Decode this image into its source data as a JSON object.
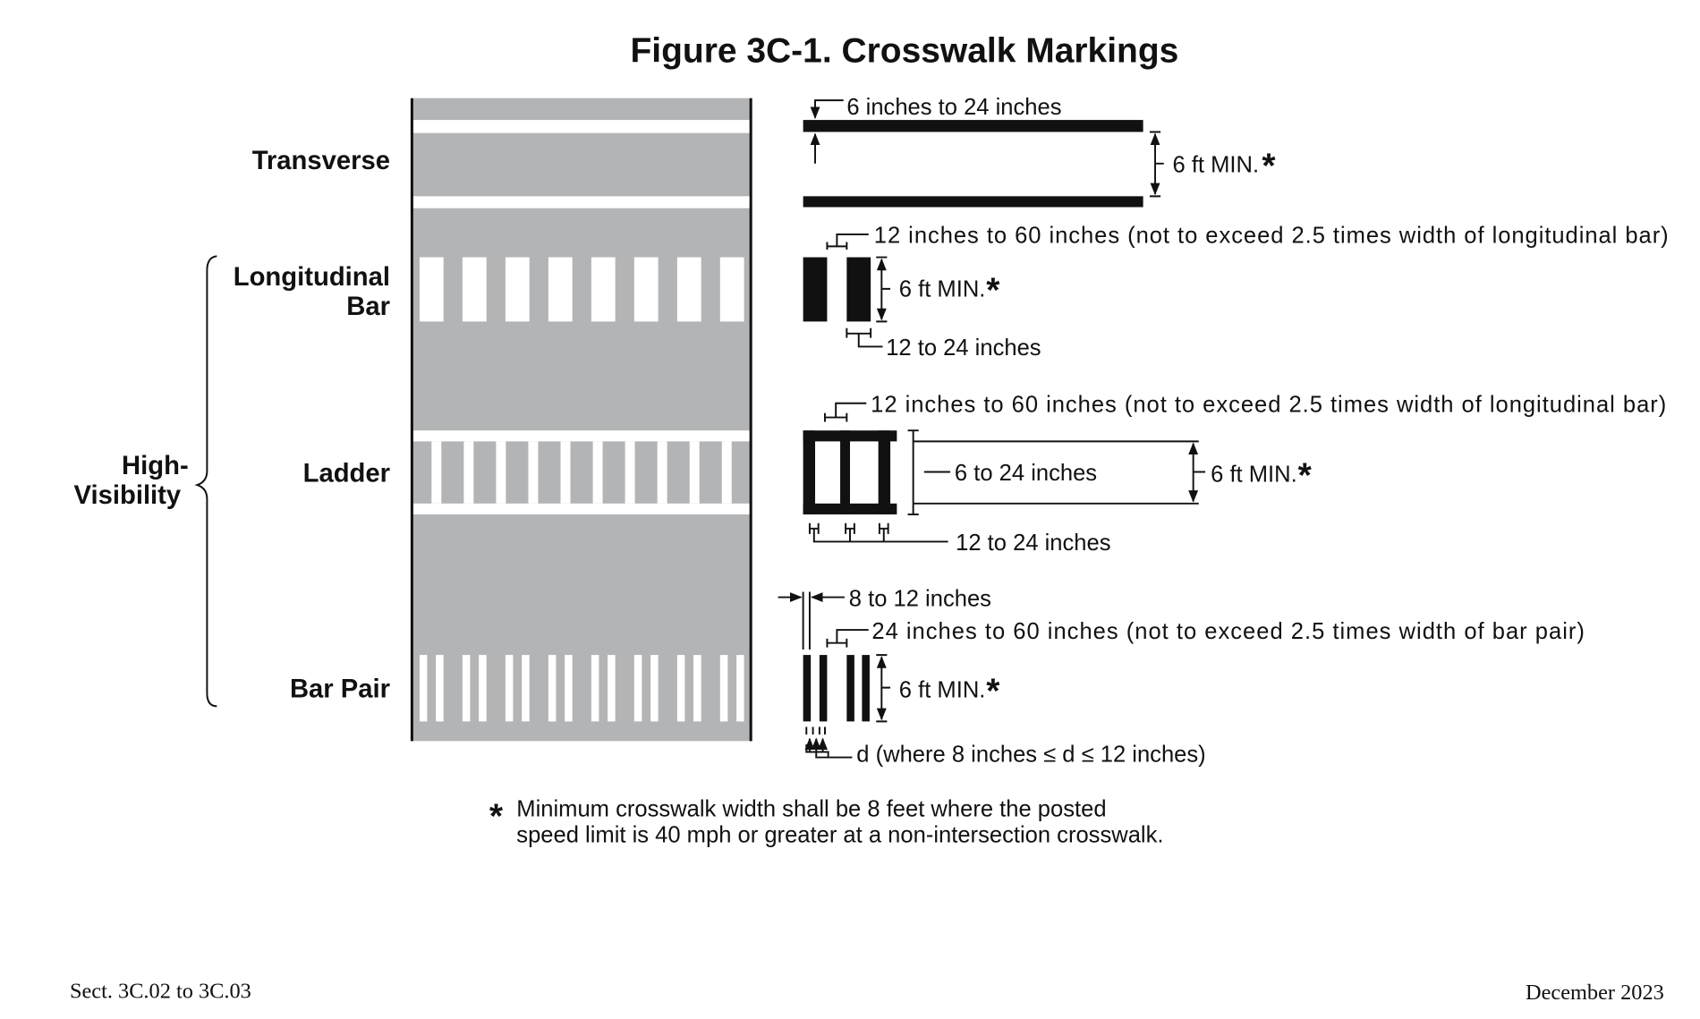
{
  "title": "Figure 3C-1.  Crosswalk Markings",
  "labels": {
    "transverse": "Transverse",
    "longitudinal_1": "Longitudinal",
    "longitudinal_2": "Bar",
    "ladder": "Ladder",
    "bar_pair": "Bar Pair",
    "high_1": "High-",
    "high_2": "Visibility"
  },
  "transverse": {
    "line_width": "6 inches to 24 inches",
    "width": "6 ft MIN.",
    "asterisk": "*"
  },
  "longitudinal": {
    "spacing": "12 inches to 60 inches (not to exceed 2.5 times width of longitudinal bar)",
    "width": "6 ft MIN.",
    "asterisk": "*",
    "bar_width": "12 to 24 inches"
  },
  "ladder": {
    "spacing": "12 inches to 60 inches (not to exceed 2.5 times width of longitudinal bar)",
    "line_width": "6 to 24 inches",
    "width": "6 ft MIN.",
    "asterisk": "*",
    "bar_width": "12 to 24 inches"
  },
  "bar_pair": {
    "bar_width": "8 to 12 inches",
    "spacing": "24 inches to 60 inches (not to exceed 2.5 times width of bar pair)",
    "width": "6 ft MIN.",
    "asterisk": "*",
    "gap": "d (where 8 inches ≤ d ≤ 12 inches)"
  },
  "footnote": {
    "asterisk": "*",
    "line1": "Minimum crosswalk width shall be 8 feet where the posted",
    "line2": "speed limit is 40 mph or greater at a non-intersection crosswalk."
  },
  "footer": {
    "section": "Sect. 3C.02 to 3C.03",
    "date": "December 2023"
  },
  "colors": {
    "road": "#b3b4b6",
    "marking": "#ffffff",
    "ink": "#111111"
  }
}
